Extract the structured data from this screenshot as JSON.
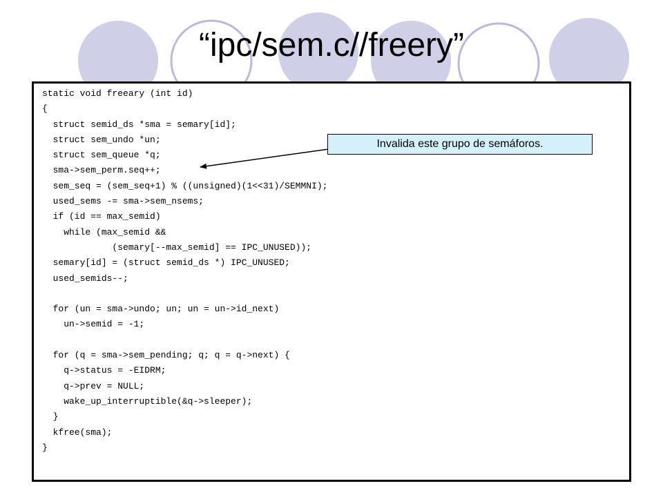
{
  "slide": {
    "title": "“ipc/sem.c//freery”",
    "theme_colors": {
      "circle_fill": "#cfcfe8",
      "circle_outline": "#b9b9dc",
      "callout_fill": "#d4f0fa",
      "border": "#000000"
    }
  },
  "code": {
    "lines": [
      "static void freeary (int id)",
      "{",
      "  struct semid_ds *sma = semary[id];",
      "  struct sem_undo *un;",
      "  struct sem_queue *q;",
      "  sma->sem_perm.seq++;",
      "  sem_seq = (sem_seq+1) % ((unsigned)(1<<31)/SEMMNI);",
      "  used_sems -= sma->sem_nsems;",
      "  if (id == max_semid)",
      "    while (max_semid &&",
      "             (semary[--max_semid] == IPC_UNUSED));",
      "  semary[id] = (struct semid_ds *) IPC_UNUSED;",
      "  used_semids--;",
      "",
      "  for (un = sma->undo; un; un = un->id_next)",
      "    un->semid = -1;",
      "",
      "  for (q = sma->sem_pending; q; q = q->next) {",
      "    q->status = -EIDRM;",
      "    q->prev = NULL;",
      "    wake_up_interruptible(&q->sleeper);",
      "  }",
      "  kfree(sma);",
      "}"
    ]
  },
  "callout": {
    "text": "Invalida este grupo de semáforos.",
    "points_to_line": 6
  }
}
